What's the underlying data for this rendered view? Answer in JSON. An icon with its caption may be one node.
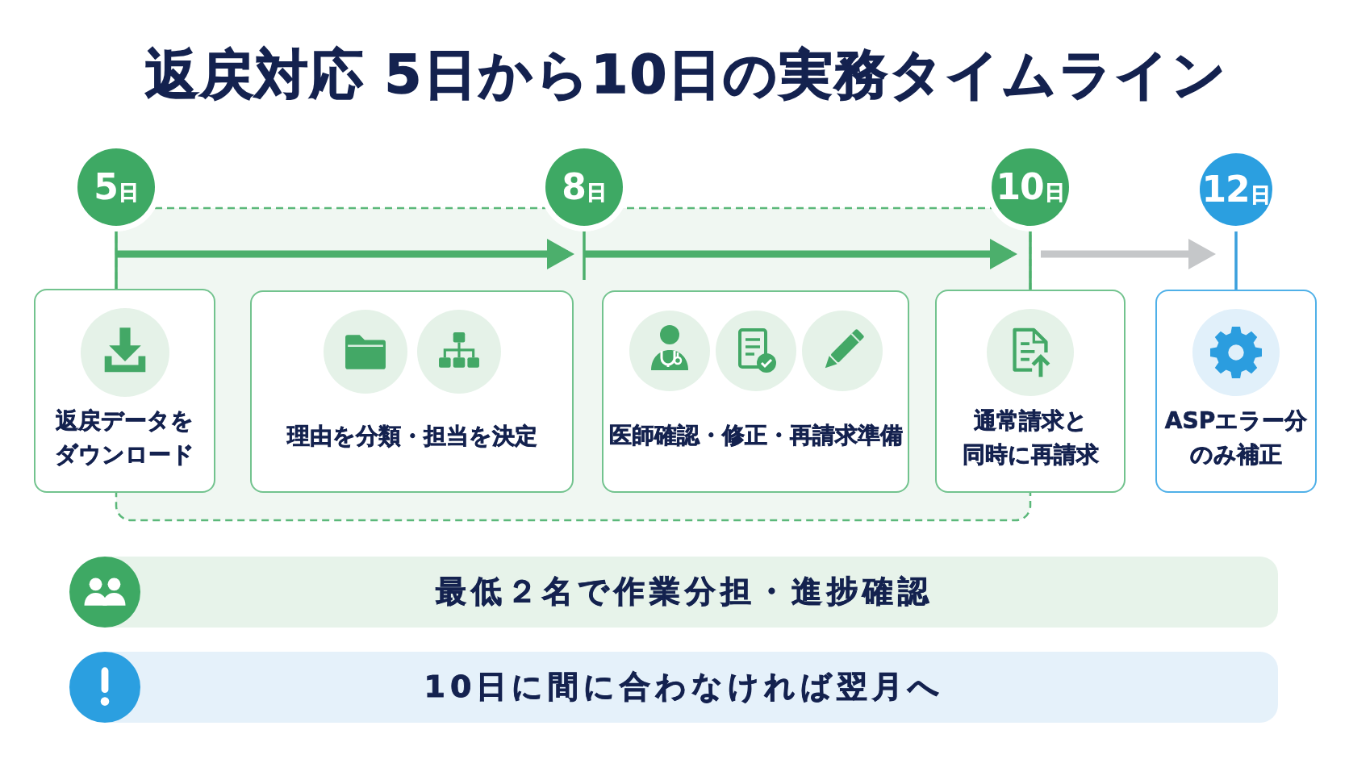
{
  "diagram": {
    "title": "返戻対応 5日から10日の実務タイムライン",
    "nodes": [
      {
        "text": [
          "5日"
        ]
      },
      {
        "text": [
          "8日"
        ]
      },
      {
        "text": [
          "10日"
        ]
      },
      {
        "text": [
          "12日"
        ]
      },
      {
        "text": [
          "返戻データをダウンロード"
        ]
      },
      {
        "text": [
          "理由を分類・担当を決定"
        ]
      },
      {
        "text": [
          "医師確認・修正・再請求準備"
        ]
      },
      {
        "text": [
          "通常請求と同時に再請求"
        ]
      },
      {
        "text": [
          "ASPエラー分のみ補正"
        ]
      },
      {
        "text": [
          "最低２名で作業分担・進捗確認"
        ]
      },
      {
        "text": [
          "10日に間に合わなければ翌月へ"
        ]
      }
    ],
    "edges": [
      {
        "from": 0,
        "to": 1,
        "arrow": "to",
        "style": "thick"
      },
      {
        "from": 1,
        "to": 2,
        "arrow": "to",
        "style": "thick"
      },
      {
        "from": 2,
        "to": 3,
        "arrow": "to",
        "style": "thick",
        "color": "#c5c7c9"
      },
      {
        "from": 0,
        "to": 4,
        "arrow": "none"
      },
      {
        "from": 2,
        "to": 7,
        "arrow": "none"
      },
      {
        "from": 3,
        "to": 8,
        "arrow": "none",
        "color": "#3a9fdc"
      }
    ]
  }
}
